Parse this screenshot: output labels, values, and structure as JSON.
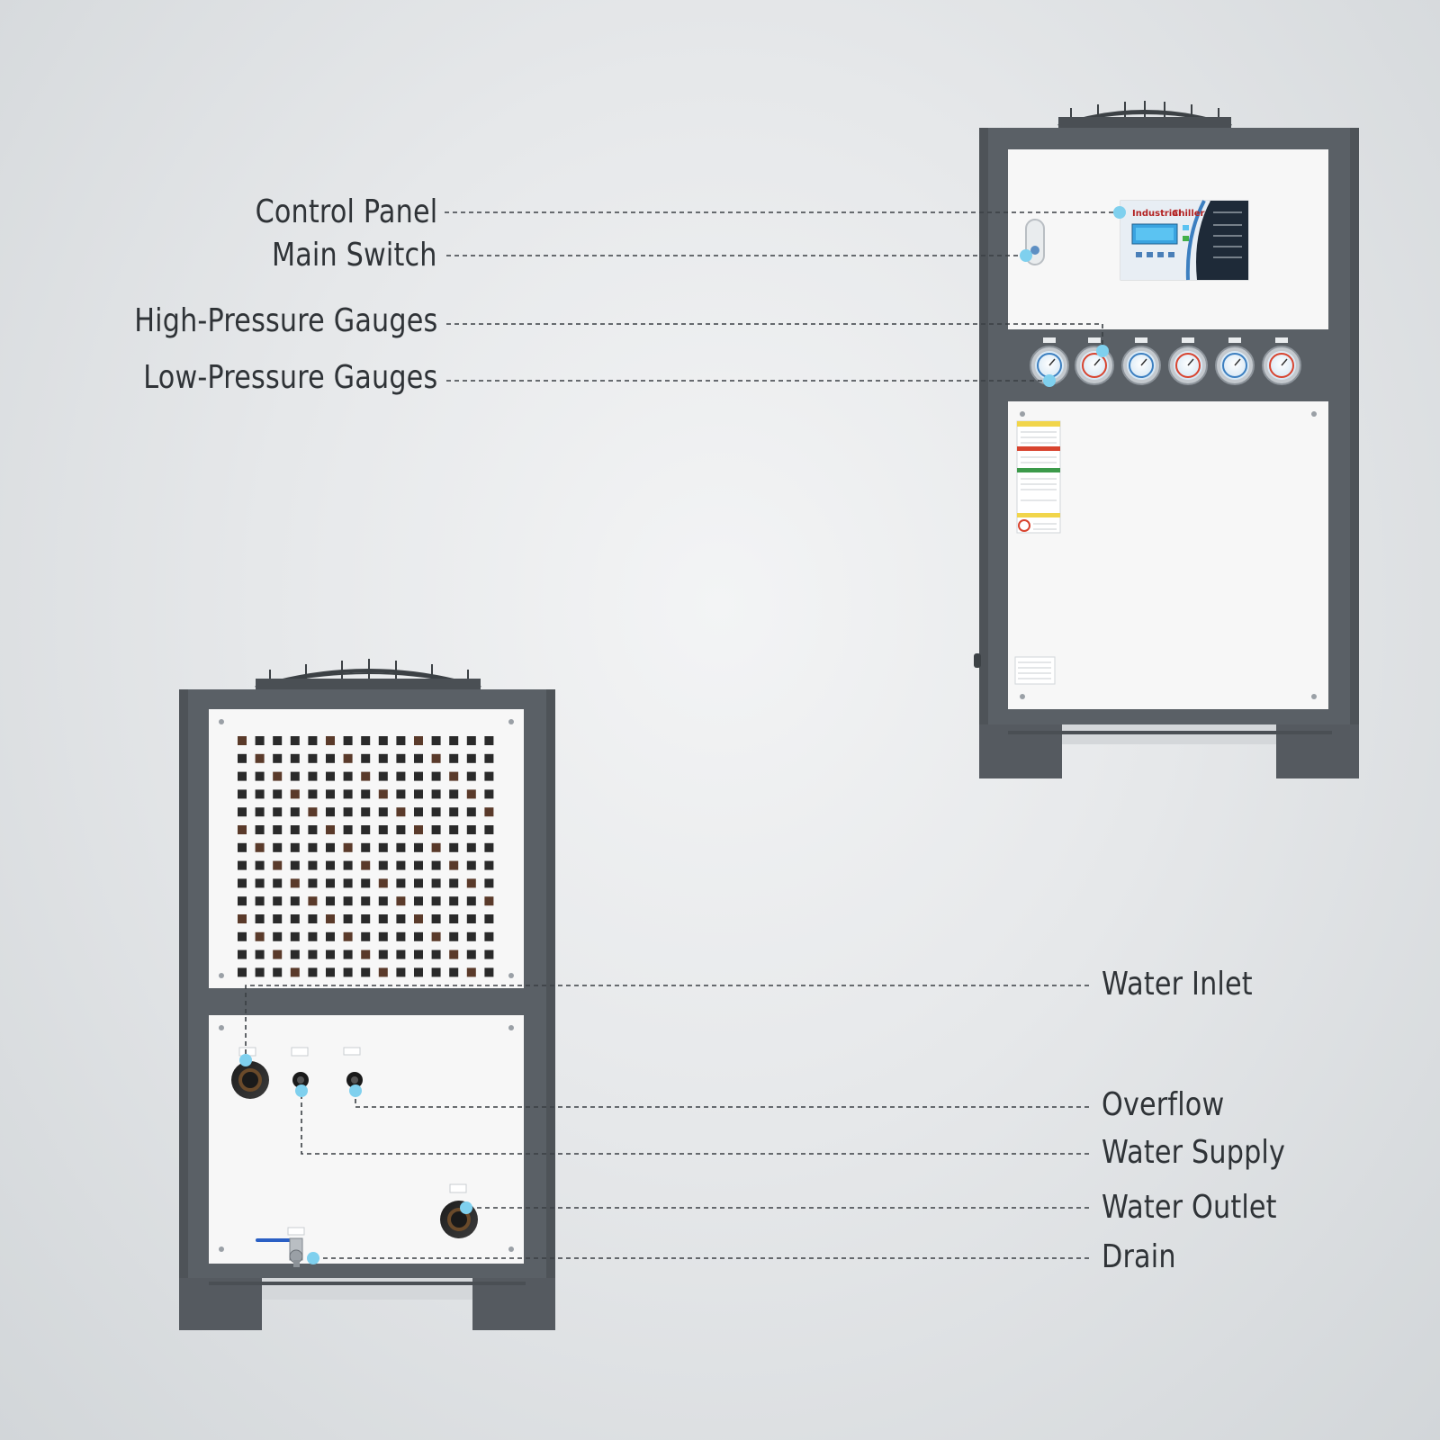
{
  "colors": {
    "frame": "#5a6066",
    "panel": "#f7f7f7",
    "leader": "#3a3f44",
    "dot": "#7fd0ee",
    "label": "#2f3337"
  },
  "labels": {
    "control_panel": "Control Panel",
    "main_switch": "Main Switch",
    "high_pressure_gauges": "High-Pressure Gauges",
    "low_pressure_gauges": "Low-Pressure Gauges",
    "water_inlet": "Water Inlet",
    "overflow": "Overflow",
    "water_supply": "Water Supply",
    "water_outlet": "Water Outlet",
    "drain": "Drain"
  },
  "control_panel": {
    "title_left": "Industrial",
    "title_right": "Chiller"
  }
}
